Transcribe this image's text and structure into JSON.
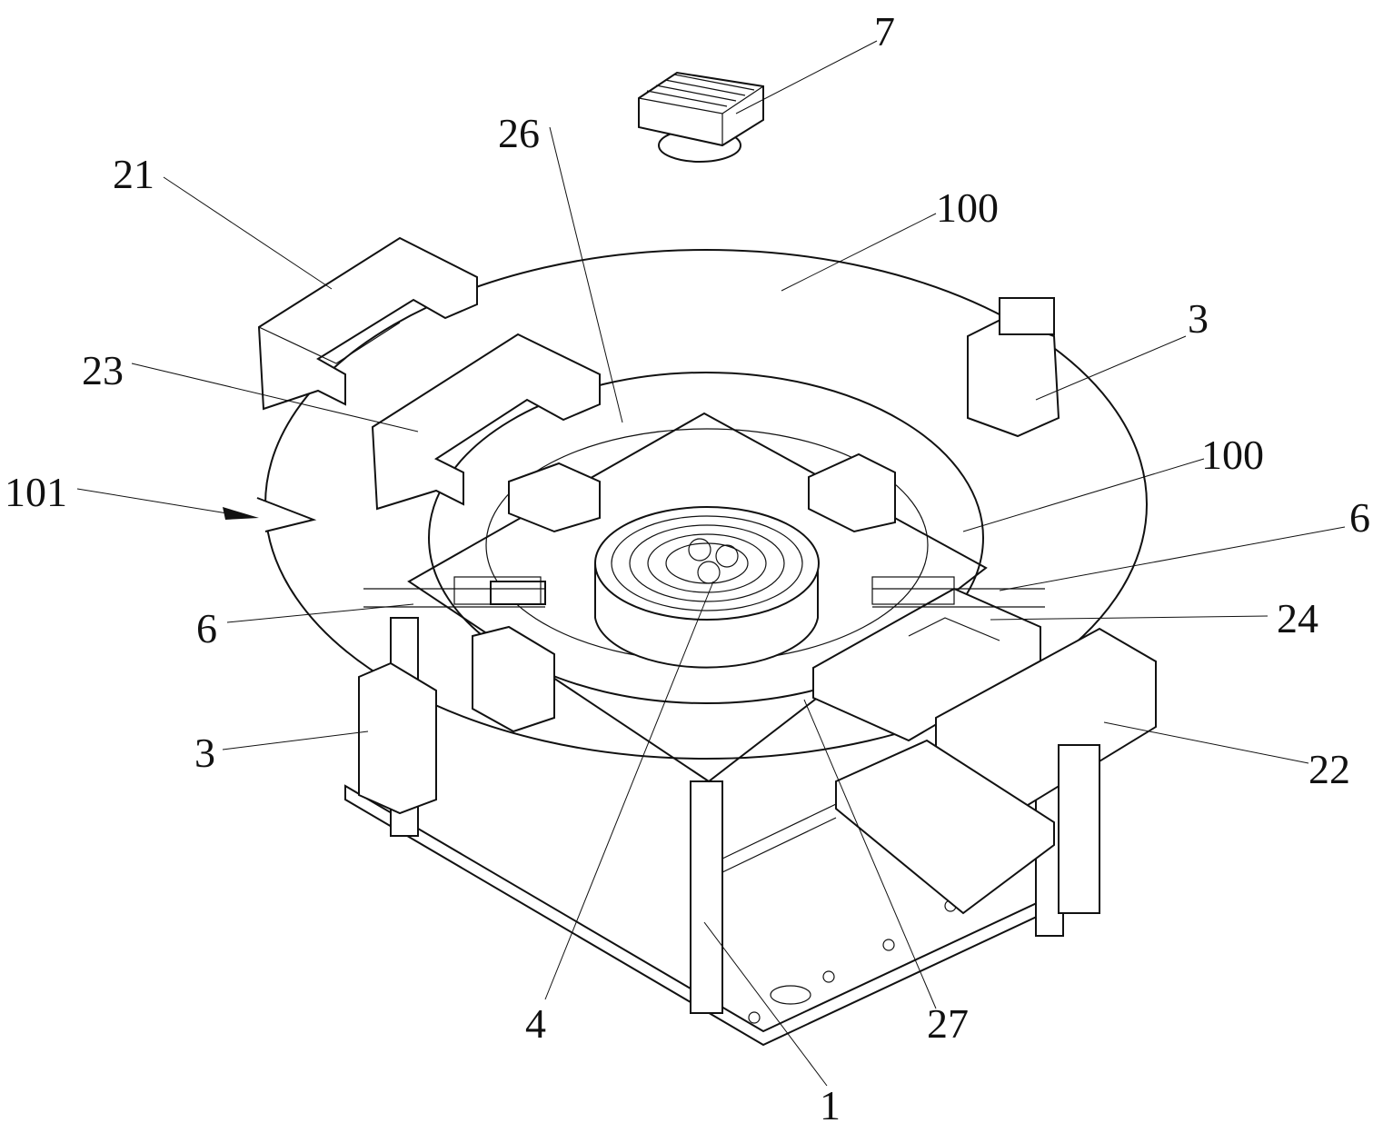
{
  "figure": {
    "labels": {
      "l7": "7",
      "l26": "26",
      "l21": "21",
      "l100a": "100",
      "l3a": "3",
      "l23": "23",
      "l100b": "100",
      "l101": "101",
      "l6a": "6",
      "l6b": "6",
      "l24": "24",
      "l3b": "3",
      "l22": "22",
      "l4": "4",
      "l1": "1",
      "l27": "27"
    }
  }
}
